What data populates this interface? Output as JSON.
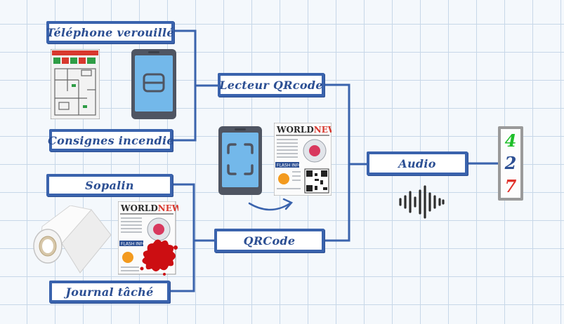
{
  "labels": {
    "telephone": "Téléphone verouillé",
    "consignes": "Consignes incendie",
    "lecteur": "Lecteur QRcode",
    "sopalin": "Sopalin",
    "journal": "Journal tâché",
    "qrcode": "QRCode",
    "audio": "Audio"
  },
  "code": {
    "digit1": "4",
    "digit2": "2",
    "digit3": "7",
    "colors": [
      "#1fbf2a",
      "#2c4f93",
      "#e0322b"
    ]
  },
  "newspaper": {
    "masthead_a": "WORLD",
    "masthead_b": "NEWS",
    "flash": "FLASH INFO"
  },
  "colors": {
    "label_border": "#3a63ad",
    "label_text": "#2c4f93",
    "phone_body": "#4f5562",
    "phone_screen": "#73b8ea",
    "stain": "#cc0e12"
  },
  "icons": [
    "locked-phone-icon",
    "qr-scanner-phone-icon",
    "audio-wave-icon",
    "paper-towel-roll-icon",
    "fire-safety-poster-icon",
    "newspaper-icon",
    "stained-newspaper-icon"
  ]
}
